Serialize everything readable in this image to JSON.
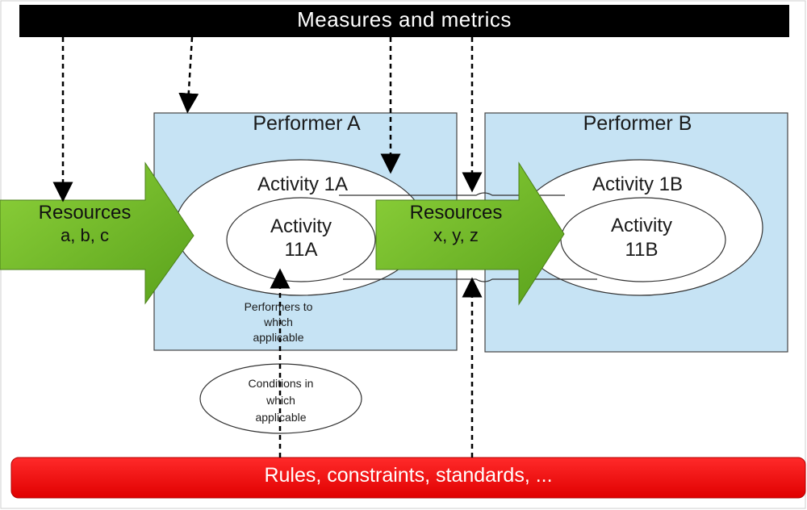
{
  "header": {
    "title": "Measures and metrics"
  },
  "footer": {
    "text": "Rules, constraints, standards, ..."
  },
  "performer_a": {
    "label": "Performer A"
  },
  "performer_b": {
    "label": "Performer B"
  },
  "activities": {
    "a1": "Activity 1A",
    "a11_line1": "Activity",
    "a11_line2": "11A",
    "b1": "Activity 1B",
    "b11_line1": "Activity",
    "b11_line2": "11B"
  },
  "resources_in": {
    "line1": "Resources",
    "line2": "a, b, c"
  },
  "resources_mid": {
    "line1": "Resources",
    "line2": "x, y, z"
  },
  "notes": {
    "performers_line1": "Performers to",
    "performers_line2": "which",
    "performers_line3": "applicable",
    "conditions_line1": "Conditions in",
    "conditions_line2": "which",
    "conditions_line3": "applicable"
  },
  "colors": {
    "header_bg": "#000000",
    "footer_bg": "#ff0000",
    "performer_fill": "#c6e3f4",
    "arrow_fill": "#6fba2a"
  }
}
